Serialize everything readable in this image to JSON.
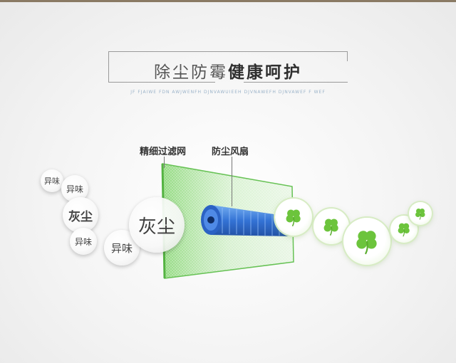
{
  "header": {
    "title_light": "除尘防霉",
    "title_bold": "健康呵护",
    "subtitle": "JF FJAIWE FDN AWJWENFH DJNVAWUIEEH DJVNAWEFH DJNVAWEF F WEF"
  },
  "labels": {
    "filter": "精细过滤网",
    "fan": "防尘风扇"
  },
  "bubbles": [
    {
      "text": "异味"
    },
    {
      "text": "异味"
    },
    {
      "text": "灰尘"
    },
    {
      "text": "异味"
    },
    {
      "text": "异味"
    },
    {
      "text": "灰尘"
    }
  ],
  "colors": {
    "filter": "#7fd46a",
    "fan": "#3a78d8",
    "clover": "#6cc43c"
  },
  "icons": [
    "clover-icon"
  ]
}
